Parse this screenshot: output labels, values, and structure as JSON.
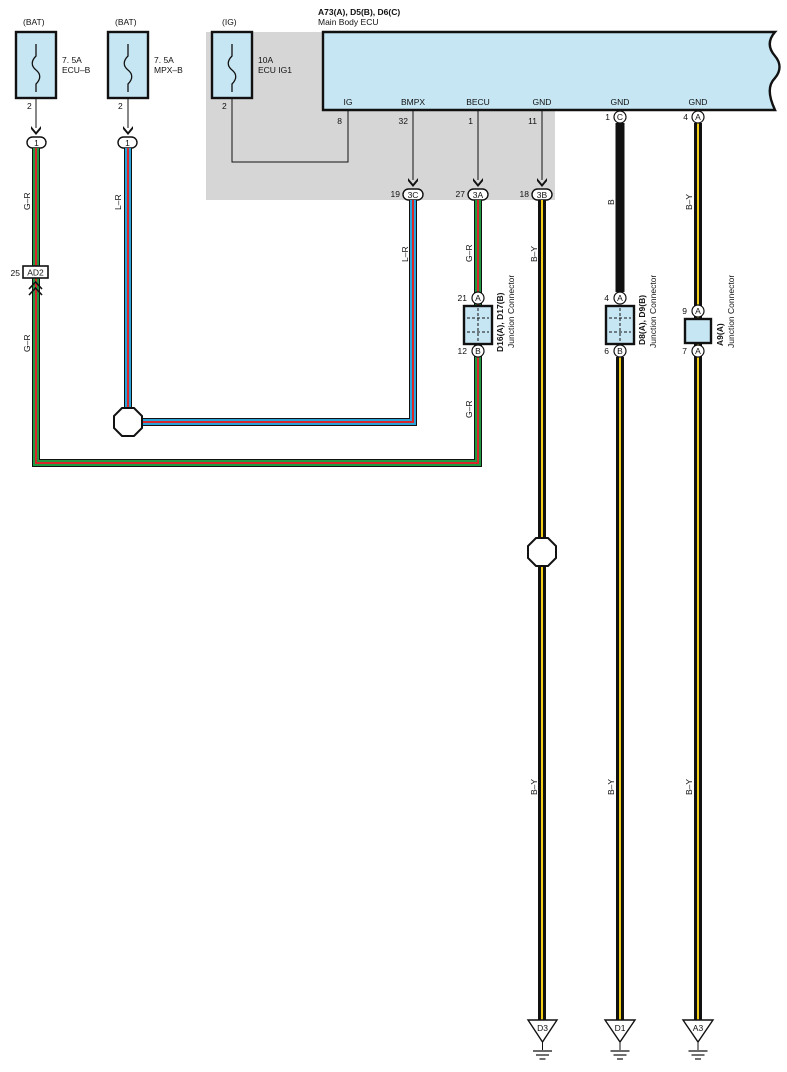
{
  "colors": {
    "green": "#1f9a43",
    "red": "#d9262b",
    "blue": "#2aa3d9",
    "yellow": "#f2cf1a",
    "black": "#111111",
    "box_fill": "#c6e6f3",
    "shade": "#d6d6d6"
  },
  "fuses": [
    {
      "source": "(BAT)",
      "rating": "7. 5A",
      "name": "ECU–B",
      "pin": "2",
      "connector": "1",
      "wire": "G–R"
    },
    {
      "source": "(BAT)",
      "rating": "7. 5A",
      "name": "MPX–B",
      "pin": "2",
      "connector": "1",
      "wire": "L–R"
    },
    {
      "source": "(IG)",
      "rating": "10A",
      "name": "ECU IG1",
      "pin": "2"
    }
  ],
  "ecu": {
    "title": "A73(A), D5(B), D6(C)",
    "subtitle": "Main Body ECU",
    "terminals": [
      {
        "label": "IG",
        "pin": "8"
      },
      {
        "label": "BMPX",
        "pin": "32"
      },
      {
        "label": "BECU",
        "pin": "1"
      },
      {
        "label": "GND",
        "pin": "11"
      },
      {
        "label": "GND",
        "pin": "1",
        "conn": "C"
      },
      {
        "label": "GND",
        "pin": "4",
        "conn": "A"
      }
    ]
  },
  "relay_connectors": [
    {
      "pin": "19",
      "id": "3C"
    },
    {
      "pin": "27",
      "id": "3A"
    },
    {
      "pin": "18",
      "id": "3B"
    }
  ],
  "inline_connector": {
    "pin": "25",
    "id": "AD2"
  },
  "junctions": [
    {
      "name": "D16(A), D17(B)",
      "desc": "Junction Connector",
      "top_pin": "21",
      "top_conn": "A",
      "bottom_pin": "12",
      "bottom_conn": "B"
    },
    {
      "name": "D8(A), D9(B)",
      "desc": "Junction Connector",
      "top_pin": "4",
      "top_conn": "A",
      "bottom_pin": "6",
      "bottom_conn": "B"
    },
    {
      "name": "A9(A)",
      "desc": "Junction Connector",
      "top_pin": "9",
      "top_conn": "A",
      "bottom_pin": "7",
      "bottom_conn": "A"
    }
  ],
  "wire_labels": {
    "gr_upper": "G–R",
    "gr_lower": "G–R",
    "lr": "L–R",
    "becu_upper": "G–R",
    "becu_lower": "G–R",
    "by_upper": "B–Y",
    "by_lower": "B–Y",
    "b": "B",
    "d1_lower": "B–Y",
    "a3_upper": "B–Y",
    "a3_lower": "B–Y"
  },
  "grounds": [
    "D3",
    "D1",
    "A3"
  ]
}
